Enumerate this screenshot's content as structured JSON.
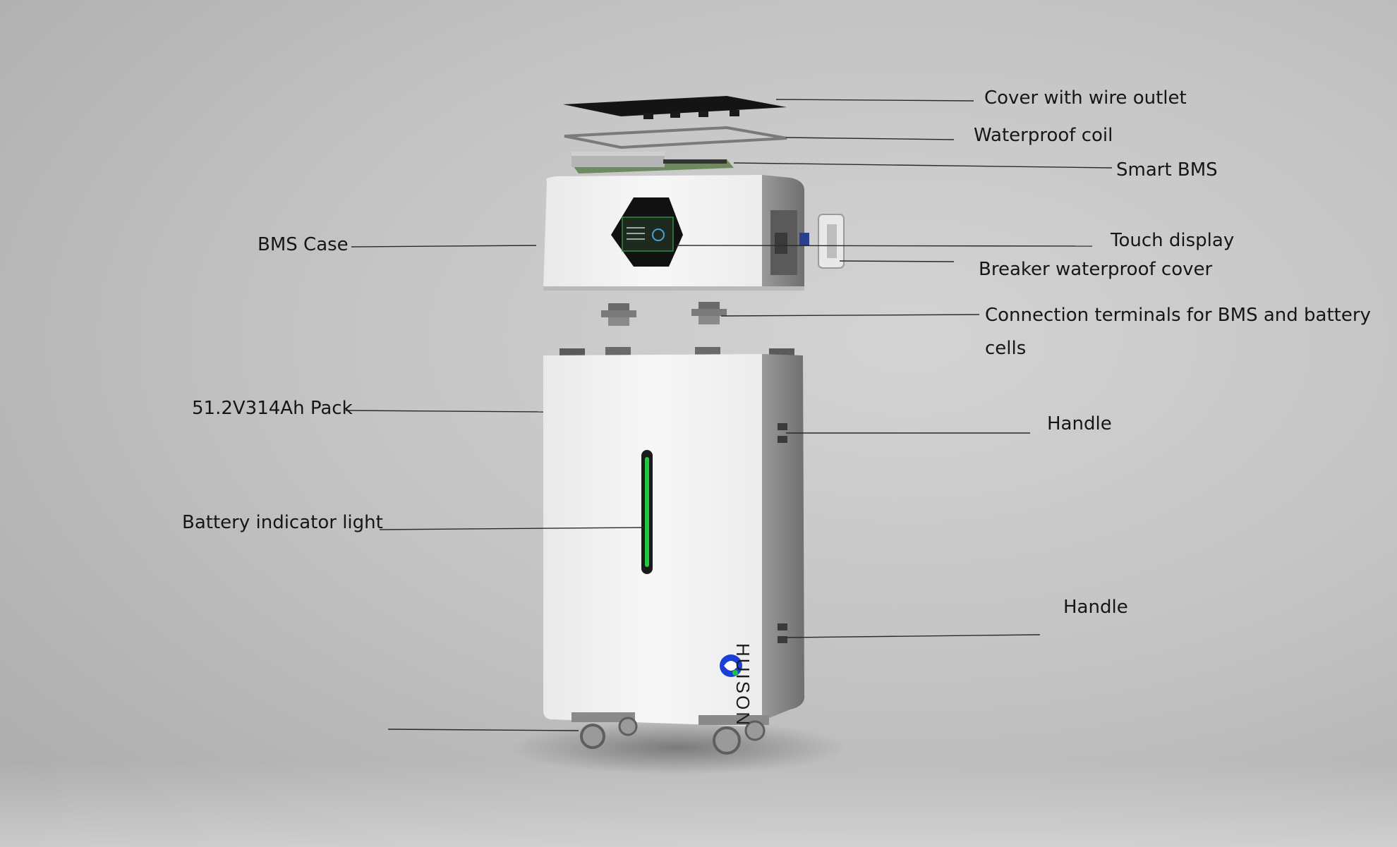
{
  "brand": {
    "logo_text": "HUISON",
    "logo_color": "#1a3fd6",
    "logo_accent": "#1fbf4a"
  },
  "colors": {
    "background": "#c6c6c6",
    "housing": "#f2f2f2",
    "housing_side": "#8a8a8a",
    "indicator": "#22c93a",
    "label_text": "#161616"
  },
  "callouts": {
    "cover_with_wire_outlet": "Cover with wire outlet",
    "waterproof_coil": "Waterproof coil",
    "smart_bms": "Smart BMS",
    "bms_case": "BMS Case",
    "touch_display": "Touch display",
    "breaker_waterproof_cover": "Breaker waterproof cover",
    "connection_terminals": "Connection terminals for BMS and battery cells",
    "pack": "51.2V314Ah Pack",
    "handle_upper": "Handle",
    "battery_indicator_light": "Battery indicator light",
    "handle_lower": "Handle"
  }
}
